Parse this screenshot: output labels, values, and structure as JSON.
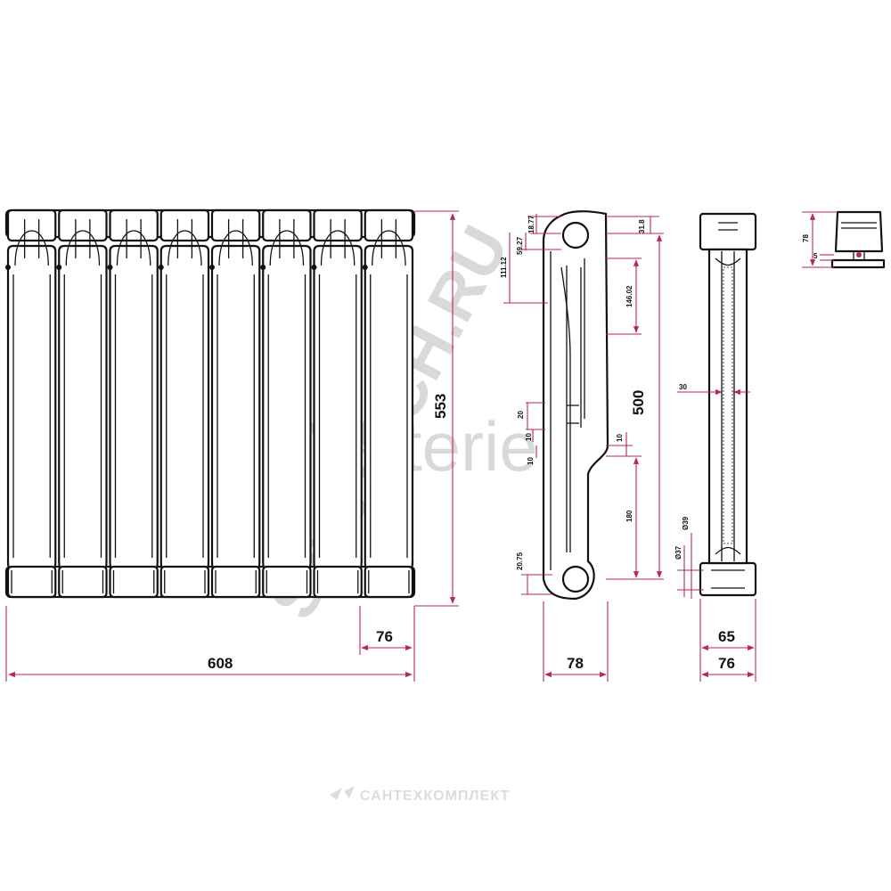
{
  "watermarks": {
    "brand": "Valterie",
    "site": "SANTECH.RU",
    "footer": "САНТЕХКОМПЛЕКТ"
  },
  "colors": {
    "dimension": "#b8255c",
    "outline": "#111111",
    "watermark": "#d9d9d9"
  },
  "front_view": {
    "sections": 8,
    "dimensions": {
      "height": "553",
      "total_width": "608",
      "section_width": "76"
    }
  },
  "side_view": {
    "dimensions": {
      "top_cap": "18.77",
      "upper_offset": "59.27",
      "upper_span": "111.12",
      "top_right": "31.8",
      "right_span": "146.02",
      "center_distance": "500",
      "slot_height": "20",
      "gap_left": "10",
      "gap_left_lower": "10",
      "gap_right": "10",
      "lower_span": "180",
      "bottom_cap": "20.75",
      "depth": "78"
    }
  },
  "end_view": {
    "dimensions": {
      "rib": "30",
      "inner_diameter": "Ø37",
      "outer_diameter": "Ø39",
      "inner_width": "65",
      "outer_width": "76"
    }
  },
  "detail_view": {
    "dimensions": {
      "height": "78",
      "flange": "5"
    }
  }
}
